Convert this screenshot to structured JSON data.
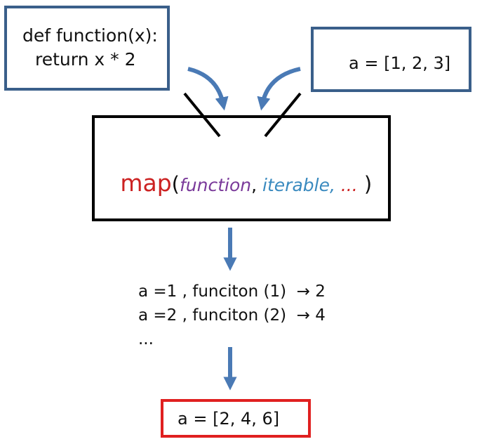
{
  "function_box": {
    "line1": "def function(x):",
    "line2": "return x * 2"
  },
  "iterable_box": {
    "text": "a = [1, 2, 3]"
  },
  "map_call": {
    "fn": "map",
    "open_paren": "(",
    "arg1": "function",
    "comma": ", ",
    "arg2": "iterable,",
    "more": " ...",
    "close_paren": " )"
  },
  "steps": {
    "step1": "a =1 , funciton (1)  → 2",
    "step2": "a =2 , funciton (2)  → 4",
    "ellipsis": "..."
  },
  "result_box": {
    "text": "a = [2, 4, 6]"
  },
  "colors": {
    "box_border": "#3a5f8a",
    "arrow": "#4a7ab5",
    "map_name": "#cc2222",
    "function_arg": "#7a3a9a",
    "iterable_arg": "#3a8abf",
    "result_border": "#e02020"
  }
}
